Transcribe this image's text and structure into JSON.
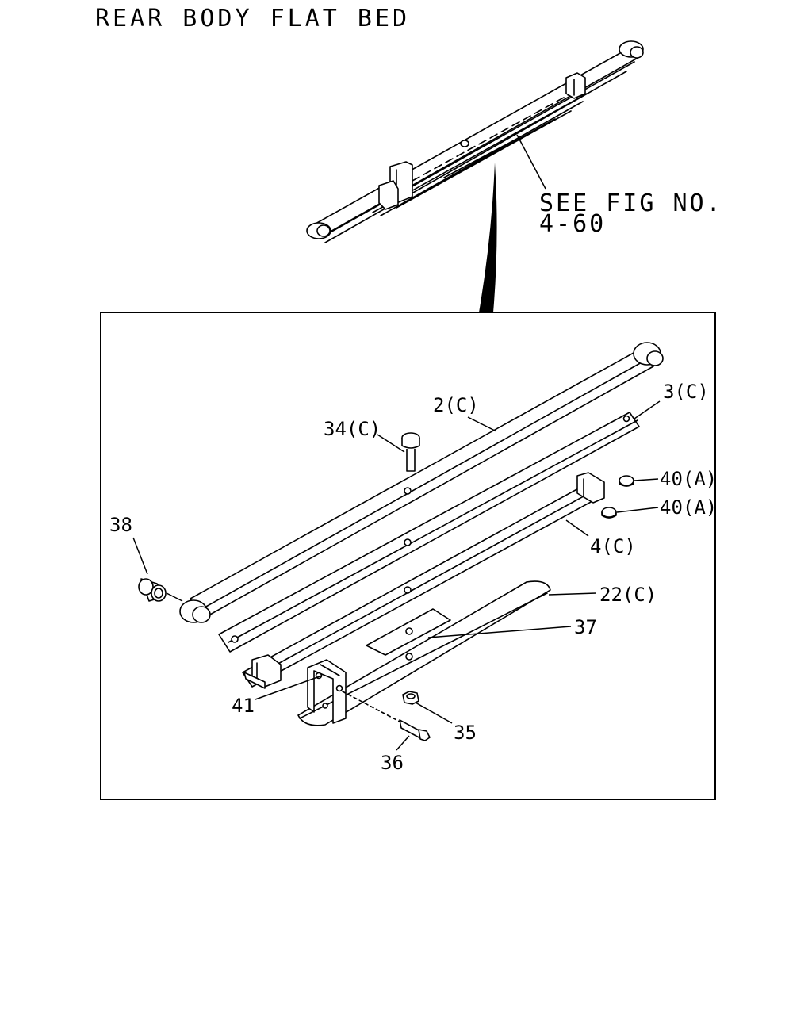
{
  "title": "REAR BODY FLAT BED",
  "reference": {
    "line1": "SEE FIG NO.",
    "line2": "4-60"
  },
  "parts": {
    "p2": "2(C)",
    "p3": "3(C)",
    "p34": "34(C)",
    "p40a": "40(A)",
    "p40b": "40(A)",
    "p38": "38",
    "p4": "4(C)",
    "p22": "22(C)",
    "p37": "37",
    "p41": "41",
    "p35": "35",
    "p36": "36"
  }
}
